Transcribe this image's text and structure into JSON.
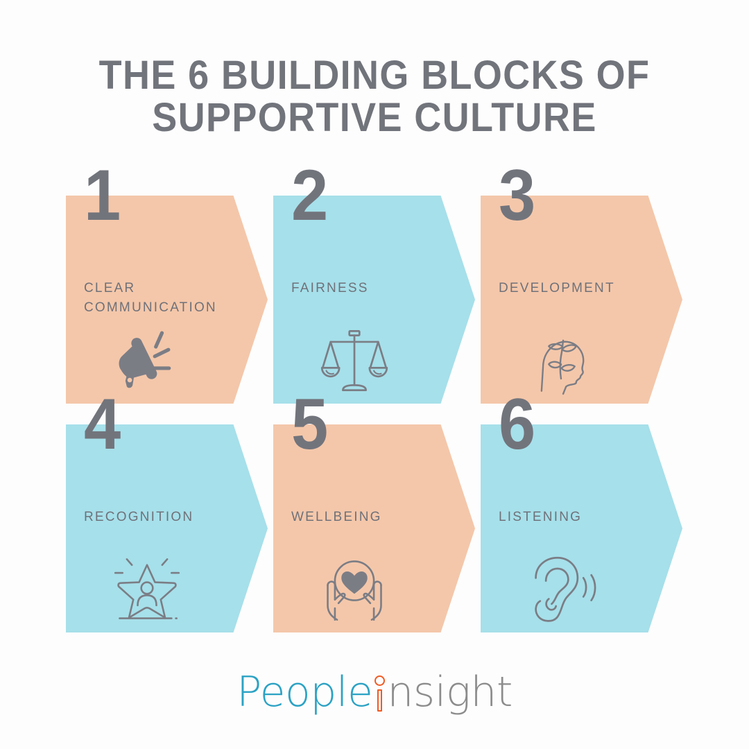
{
  "header": {
    "title": "THE 6 BUILDING BLOCKS OF\nSUPPORTIVE CULTURE"
  },
  "colors": {
    "peach": "#F4C7AA",
    "blue": "#A6E0EA",
    "gray": "#6F7179",
    "title_gray": "#72747C",
    "logo_teal": "#2BA2C4",
    "logo_orange": "#F05A22",
    "logo_gray": "#8C8C8C",
    "background": "#FDFDFD"
  },
  "blocks": [
    {
      "number": "1",
      "label": "CLEAR\nCOMMUNICATION",
      "icon": "megaphone-icon",
      "color": "peach"
    },
    {
      "number": "2",
      "label": "FAIRNESS",
      "icon": "balance-scales-icon",
      "color": "blue"
    },
    {
      "number": "3",
      "label": "DEVELOPMENT",
      "icon": "head-with-plant-icon",
      "color": "peach"
    },
    {
      "number": "4",
      "label": "RECOGNITION",
      "icon": "star-with-person-icon",
      "color": "blue"
    },
    {
      "number": "5",
      "label": "WELLBEING",
      "icon": "hands-holding-heart-icon",
      "color": "peach"
    },
    {
      "number": "6",
      "label": "LISTENING",
      "icon": "ear-listening-icon",
      "color": "blue"
    }
  ],
  "logo": {
    "part1": "People",
    "part2": "i",
    "part3": "nsight",
    "full": "PeopleInsight"
  }
}
